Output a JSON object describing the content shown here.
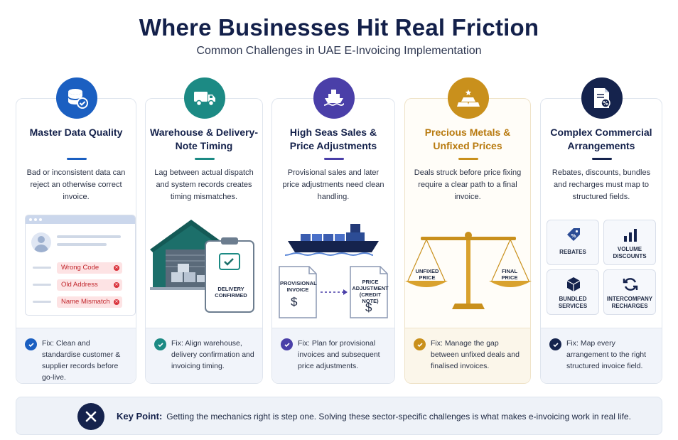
{
  "header": {
    "title": "Where Businesses Hit Real Friction",
    "subtitle": "Common Challenges in UAE E-Invoicing Implementation"
  },
  "colors": {
    "blue": "#1b5fc1",
    "teal": "#1c8a84",
    "purple": "#4a3fa8",
    "gold": "#c9901c",
    "navy": "#15234d"
  },
  "cards": [
    {
      "title": "Master Data Quality",
      "icon": "database-check-icon",
      "description": "Bad or inconsistent data can reject an otherwise correct invoice.",
      "errors": [
        "Wrong Code",
        "Old Address",
        "Name Mismatch"
      ],
      "fix": "Fix: Clean and standardise customer & supplier records before go-live."
    },
    {
      "title": "Warehouse & Delivery-Note Timing",
      "icon": "truck-icon",
      "description": "Lag between actual dispatch and system records creates timing mismatches.",
      "badge": "DELIVERY CONFIRMED",
      "fix": "Fix: Align warehouse, delivery confirmation and invoicing timing."
    },
    {
      "title": "High Seas Sales & Price Adjustments",
      "icon": "ship-icon",
      "description": "Provisional sales and later price adjustments need clean handling.",
      "doc_left": "PROVISIONAL INVOICE",
      "doc_right": "PRICE ADJUSTMENT (CREDIT NOTE)",
      "currency": "$",
      "fix": "Fix: Plan for provisional invoices and subsequent price adjustments."
    },
    {
      "title": "Precious Metals & Unfixed Prices",
      "icon": "gold-bars-icon",
      "description": "Deals struck before price fixing require a clear path to a final invoice.",
      "scale_left": "UNFIXED PRICE",
      "scale_right": "FINAL PRICE",
      "fix": "Fix: Manage the gap between unfixed deals and finalised invoices."
    },
    {
      "title": "Complex Commercial Arrangements",
      "icon": "document-percent-icon",
      "description": "Rebates, discounts, bundles and recharges must map to structured fields.",
      "tiles": [
        "REBATES",
        "VOLUME DISCOUNTS",
        "BUNDLED SERVICES",
        "INTERCOMPANY RECHARGES"
      ],
      "fix": "Fix: Map every arrangement to the right structured invoice field."
    }
  ],
  "key_point": {
    "label": "Key Point:",
    "text": "Getting the mechanics right is step one. Solving these sector-specific challenges is what makes e-invoicing work in real life."
  }
}
